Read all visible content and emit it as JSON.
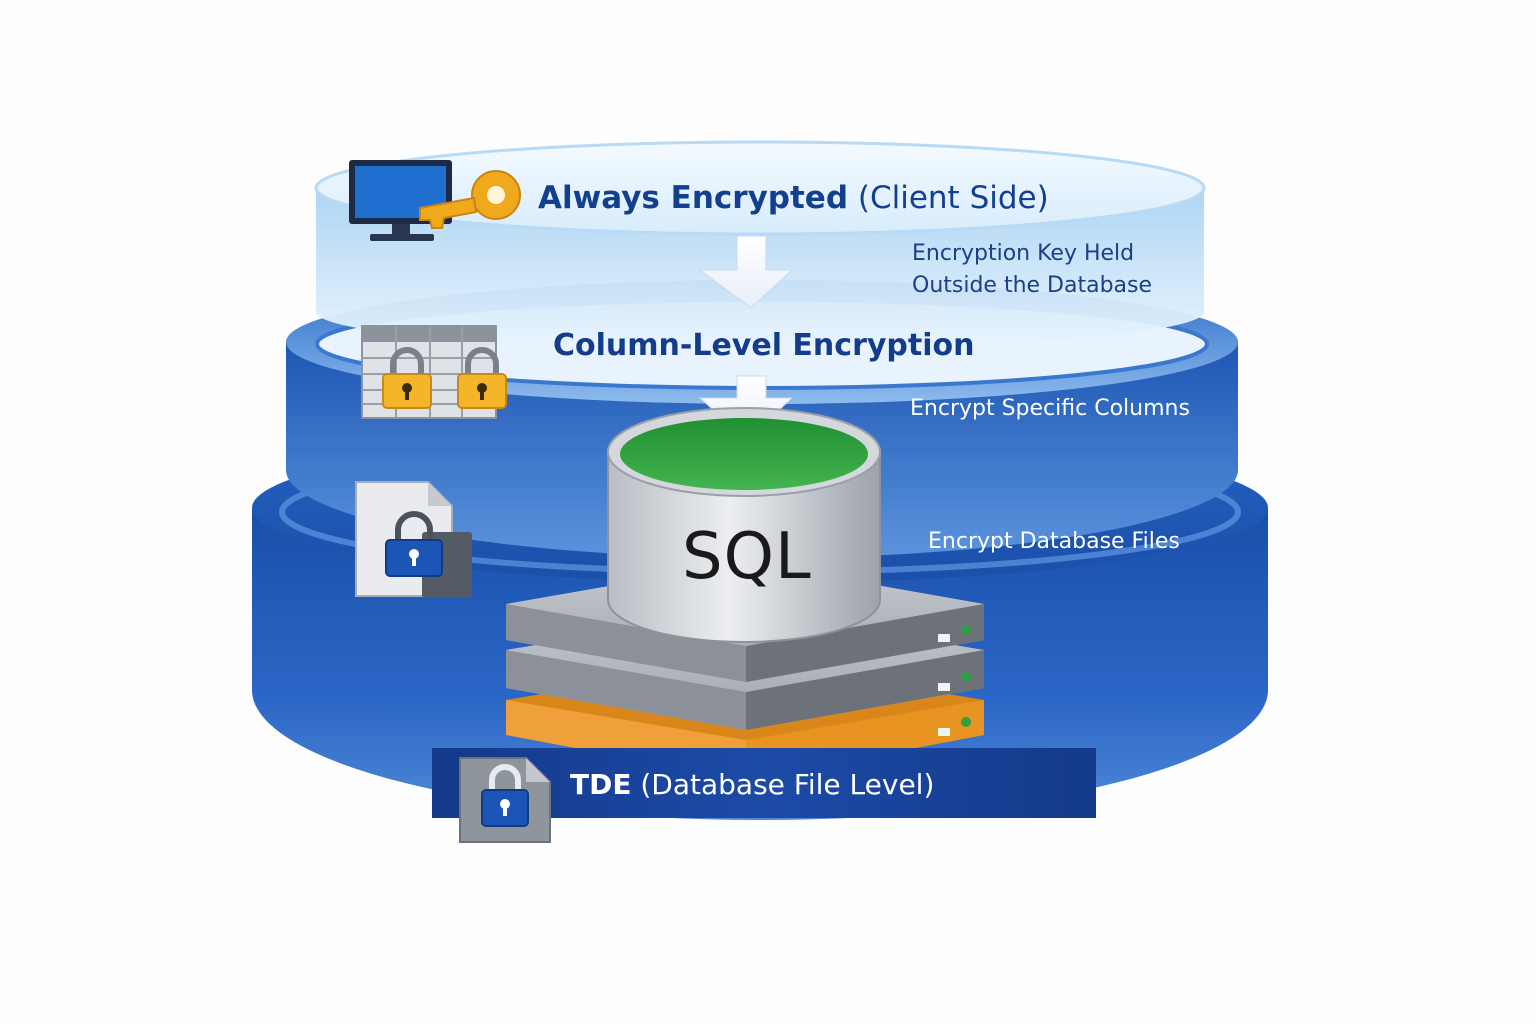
{
  "layers": {
    "always_encrypted": {
      "title_bold": "Always Encrypted",
      "title_rest": "(Client Side)",
      "description_line1": "Encryption Key Held",
      "description_line2": "Outside the Database"
    },
    "column_level": {
      "title": "Column-Level Encryption",
      "description": "Encrypt Specific Columns"
    },
    "tde": {
      "description": "Encrypt Database Files",
      "banner_bold": "TDE",
      "banner_rest": "(Database File Level)"
    }
  },
  "database": {
    "label": "SQL"
  },
  "icons": [
    "monitor-icon",
    "key-icon",
    "table-lock-icon",
    "file-lock-icon",
    "server-stack-icon",
    "database-cylinder-icon",
    "arrow-down-icon"
  ],
  "colors": {
    "top_ring": "#cfe6f8",
    "middle_ring": "#2a66c4",
    "bottom_ring": "#1f55b3",
    "banner": "#173f94",
    "db_liquid": "#2ea043",
    "key": "#f0a91c",
    "lock": "#f5b529"
  }
}
